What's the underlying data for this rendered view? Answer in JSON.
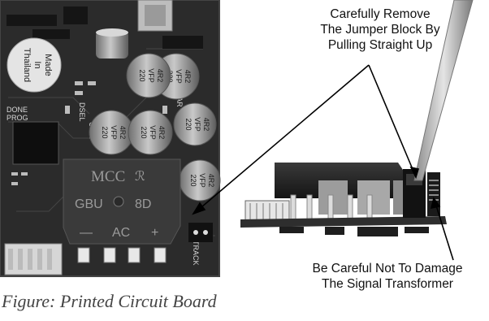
{
  "board": {
    "made_in": [
      "Made",
      "In",
      "Thailand"
    ],
    "bridge_text": [
      "MCC",
      "GBU",
      "8D",
      "AC"
    ],
    "bridge_polarity": [
      "—",
      "+"
    ],
    "cap_text": [
      "220",
      "VFP",
      "4R2"
    ],
    "silk_labels": [
      "DONE",
      "PROG",
      "DRAWBAR",
      "DSEL",
      "COM",
      "TRACK"
    ]
  },
  "callouts": {
    "top": [
      "Carefully Remove",
      "The Jumper Block By",
      "Pulling Straight Up"
    ],
    "bottom": [
      "Be Careful Not To Damage",
      "The Signal Transformer"
    ]
  },
  "caption": "Figure: Printed Circuit Board",
  "colors": {
    "pcb": "#2b2b2b",
    "pcb_dark": "#161616",
    "bridge": "#3a3a3a",
    "capacitor": "#8f8f8f",
    "silk": "#d8d8d8",
    "arrow": "#000000",
    "probe": "#b8b8b8"
  }
}
